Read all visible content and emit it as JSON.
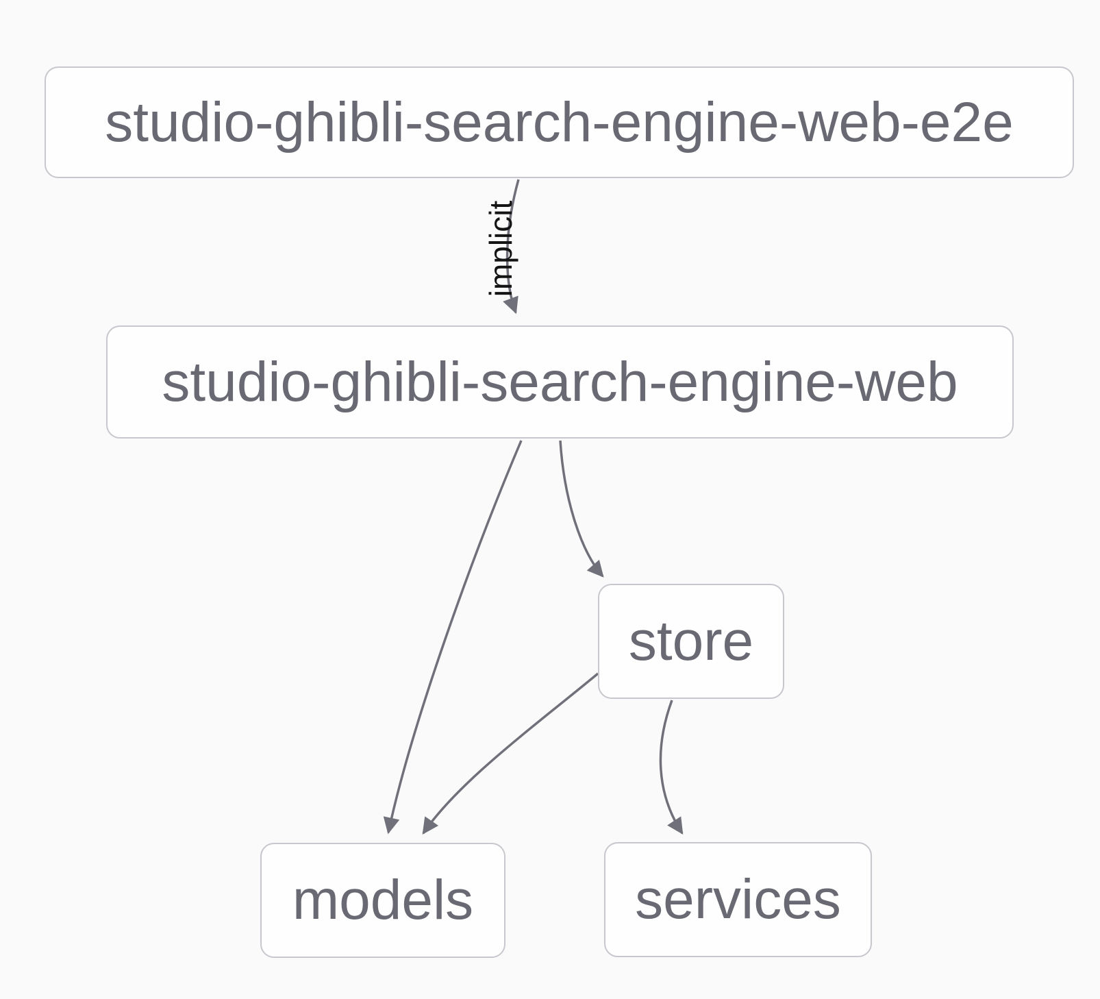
{
  "diagram": {
    "type": "dependency-graph",
    "colors": {
      "bg": "#fafafa",
      "node_bg": "#fefefe",
      "node_border": "#c7c7cd",
      "node_text": "#696973",
      "edge": "#70707a",
      "edge_label": "#141414"
    },
    "nodes": [
      {
        "id": "e2e",
        "label": "studio-ghibli-search-engine-web-e2e"
      },
      {
        "id": "web",
        "label": "studio-ghibli-search-engine-web"
      },
      {
        "id": "store",
        "label": "store"
      },
      {
        "id": "models",
        "label": "models"
      },
      {
        "id": "services",
        "label": "services"
      }
    ],
    "edges": [
      {
        "from": "studio-ghibli-search-engine-web-e2e",
        "to": "studio-ghibli-search-engine-web",
        "label": "implicit"
      },
      {
        "from": "studio-ghibli-search-engine-web",
        "to": "models",
        "label": ""
      },
      {
        "from": "studio-ghibli-search-engine-web",
        "to": "store",
        "label": ""
      },
      {
        "from": "store",
        "to": "models",
        "label": ""
      },
      {
        "from": "store",
        "to": "services",
        "label": ""
      }
    ]
  }
}
